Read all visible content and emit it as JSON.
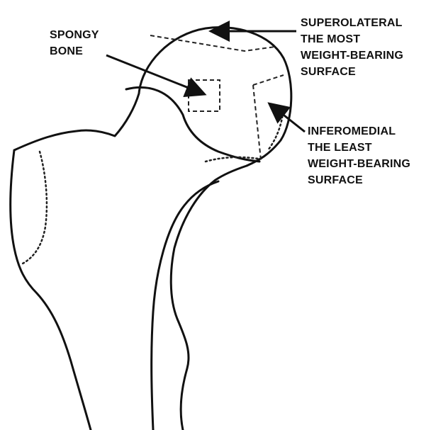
{
  "labels": {
    "spongy": [
      "SPONGY",
      "BONE"
    ],
    "superolateral": [
      "SUPEROLATERAL",
      "THE MOST",
      "WEIGHT-BEARING",
      "SURFACE"
    ],
    "inferomedial": [
      "INFEROMEDIAL",
      "THE LEAST",
      "WEIGHT-BEARING",
      "SURFACE"
    ]
  }
}
